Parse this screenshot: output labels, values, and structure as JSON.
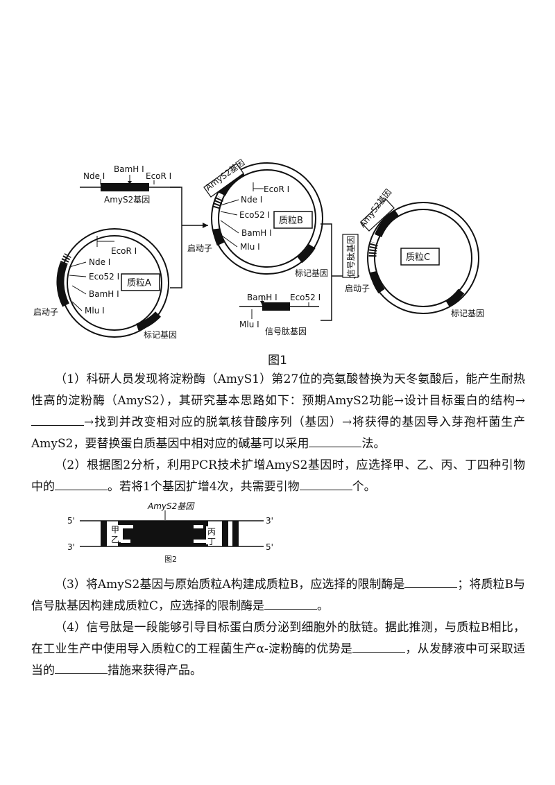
{
  "figure1": {
    "caption": "图1",
    "gene_fragment": {
      "gene_label": "AmyS2基因",
      "sites": [
        "Nde I",
        "BamH I",
        "EcoR I"
      ]
    },
    "plasmid_a": {
      "name": "质粒A",
      "sites": [
        "EcoR I",
        "Nde I",
        "Eco52 I",
        "BamH I",
        "Mlu I"
      ],
      "promoter": "启动子",
      "marker": "标记基因"
    },
    "plasmid_b": {
      "name": "质粒B",
      "insert": "AmyS2基因",
      "sites": [
        "EcoR I",
        "Nde I",
        "Eco52 I",
        "BamH I",
        "Mlu I"
      ],
      "promoter": "启动子",
      "marker": "标记基因"
    },
    "signal_fragment": {
      "gene_label": "信号肽基因",
      "sites": [
        "BamH I",
        "Eco52 I",
        "Mlu I"
      ]
    },
    "plasmid_c": {
      "name": "质粒C",
      "insert": "AmyS2基因",
      "signal": "信号肽基因",
      "promoter": "启动子",
      "marker": "标记基因"
    }
  },
  "questions": {
    "q1_a": "（1）科研人员发现将淀粉酶（AmyS1）第27位的亮氨酸替换为天冬氨酸后，能产生耐热性高的淀粉酶（AmyS2），其研究基本思路如下：预期AmyS2功能→设计目标蛋白的结构→",
    "q1_b": "→找到并改变相对应的脱氧核苷酸序列（基因）→将获得的基因导入芽孢杆菌生产AmyS2，要替换蛋白质基因中相对应的碱基可以采用",
    "q1_c": "法。",
    "q2_a": "（2）根据图2分析，利用PCR技术扩增AmyS2基因时，应选择甲、乙、丙、丁四种引物中的",
    "q2_b": "。若将1个基因扩增4次，共需要引物",
    "q2_c": "个。",
    "q3_a": "（3）将AmyS2基因与原始质粒A构建成质粒B，应选择的限制酶是",
    "q3_b": "；将质粒B与信号肽基因构建成质粒C，应选择的限制酶是",
    "q3_c": "。",
    "q4_a": "（4）信号肽是一段能够引导目标蛋白质分泌到细胞外的肽链。据此推测，与质粒B相比，在工业生产中使用导入质粒C的工程菌生产α-淀粉酶的优势是",
    "q4_b": "，从发酵液中可采取适当的",
    "q4_c": "措施来获得产品。"
  },
  "figure2": {
    "caption": "图2",
    "gene_label": "AmyS2基因",
    "ends": [
      "5'",
      "3'",
      "3'",
      "5'"
    ],
    "primers": [
      "甲",
      "乙",
      "丙",
      "丁"
    ]
  }
}
